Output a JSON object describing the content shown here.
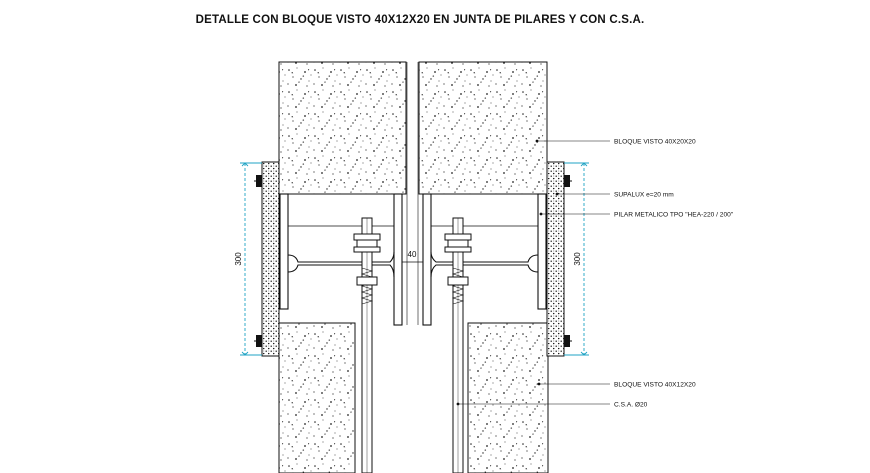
{
  "title": "DETALLE CON BLOQUE VISTO 40X12X20 EN JUNTA DE PILARES Y CON C.S.A.",
  "labels": {
    "bloque_top": "BLOQUE VISTO 40X20X20",
    "supalux": "SUPALUX e=20 mm",
    "pilar": "PILAR METALICO TPO \"HEA-220 / 200\"",
    "bloque_bottom": "BLOQUE VISTO 40X12X20",
    "csa": "C.S.A. Ø20"
  },
  "dimensions": {
    "height_left": "300",
    "height_right": "300",
    "gap": "40"
  },
  "colors": {
    "line": "#111111",
    "dimension": "#1fa3c4",
    "background": "#ffffff"
  }
}
